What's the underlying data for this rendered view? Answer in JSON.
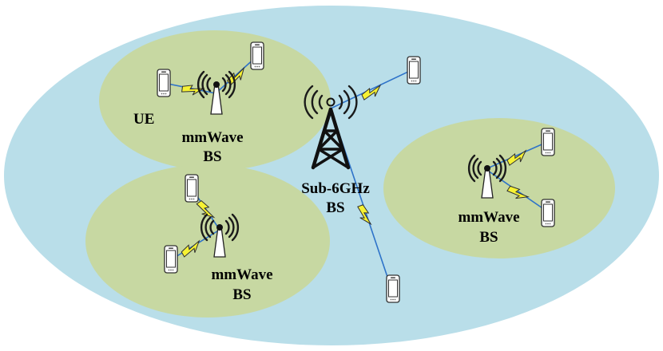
{
  "colors": {
    "macro_cell": "#b9dee9",
    "small_cell": "#c7d8a2",
    "beam": "#2e73c9",
    "bolt": "#f6f233",
    "tower": "#111111"
  },
  "macro_cell": {
    "station_label_line1": "Sub-6GHz",
    "station_label_line2": "BS",
    "icon": "cell-tower-icon"
  },
  "small_cells": [
    {
      "id": "top-left",
      "label_line1": "mmWave",
      "label_line2": "BS",
      "ue_label": "UE"
    },
    {
      "id": "bottom-left",
      "label_line1": "mmWave",
      "label_line2": "BS"
    },
    {
      "id": "right",
      "label_line1": "mmWave",
      "label_line2": "BS"
    }
  ],
  "device_icon": "smartphone-icon",
  "link_icon": "lightning-bolt-icon"
}
